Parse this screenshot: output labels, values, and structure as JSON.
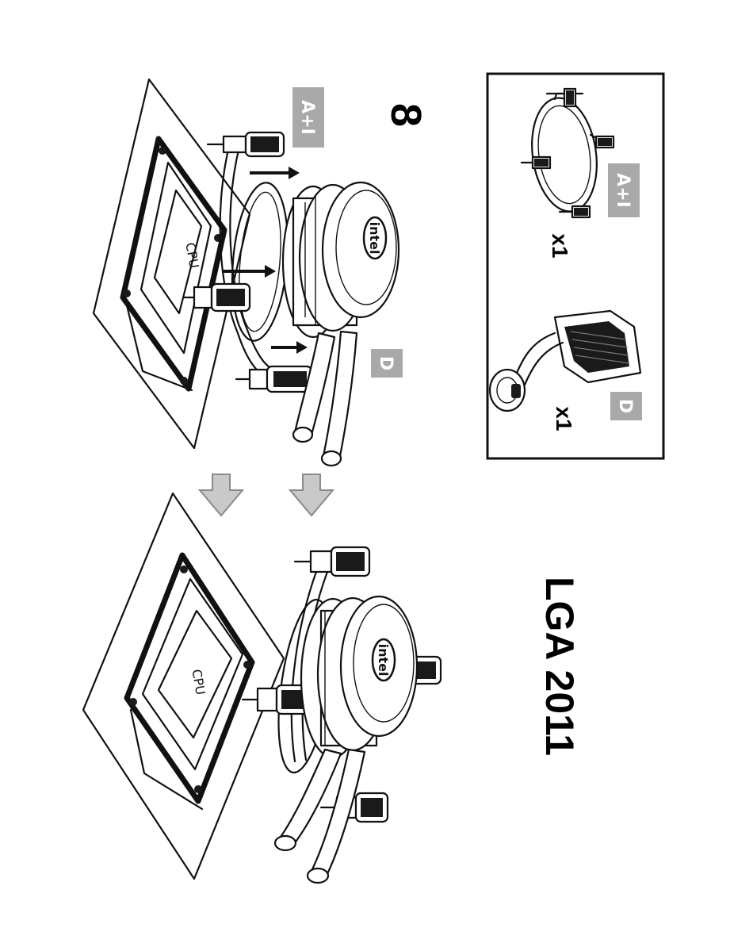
{
  "step_number": "8",
  "socket_label": "LGA 2011",
  "tags": {
    "bracket": "A+I",
    "cooler": "D"
  },
  "chip_label": "CPU",
  "brand_logo": "intel",
  "parts_box": {
    "items": [
      {
        "tag": "A+I",
        "quantity": "x1"
      },
      {
        "tag": "D",
        "quantity": "x1"
      }
    ]
  },
  "colors": {
    "ink": "#111111",
    "tag_fill": "#a9a9a9",
    "arrow_fill": "#c9c9c9"
  }
}
